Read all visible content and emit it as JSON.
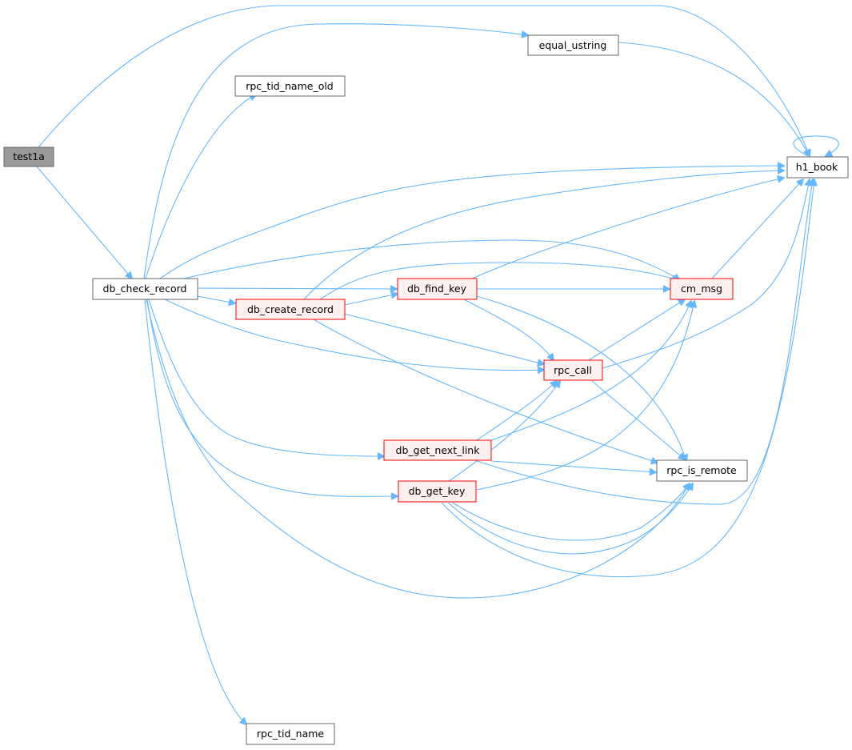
{
  "graph": {
    "nodes": {
      "test1a": {
        "label": "test1a",
        "style": "root"
      },
      "db_check_record": {
        "label": "db_check_record",
        "style": "normal"
      },
      "equal_ustring": {
        "label": "equal_ustring",
        "style": "normal"
      },
      "rpc_tid_name_old": {
        "label": "rpc_tid_name_old",
        "style": "normal"
      },
      "h1_book": {
        "label": "h1_book",
        "style": "normal"
      },
      "db_find_key": {
        "label": "db_find_key",
        "style": "highlight"
      },
      "db_create_record": {
        "label": "db_create_record",
        "style": "highlight"
      },
      "cm_msg": {
        "label": "cm_msg",
        "style": "highlight"
      },
      "rpc_call": {
        "label": "rpc_call",
        "style": "highlight"
      },
      "db_get_next_link": {
        "label": "db_get_next_link",
        "style": "highlight"
      },
      "rpc_is_remote": {
        "label": "rpc_is_remote",
        "style": "normal"
      },
      "db_get_key": {
        "label": "db_get_key",
        "style": "highlight"
      },
      "rpc_tid_name": {
        "label": "rpc_tid_name",
        "style": "normal"
      }
    },
    "edges": [
      {
        "from": "test1a",
        "to": "h1_book"
      },
      {
        "from": "test1a",
        "to": "db_check_record"
      },
      {
        "from": "db_check_record",
        "to": "equal_ustring"
      },
      {
        "from": "db_check_record",
        "to": "rpc_tid_name_old"
      },
      {
        "from": "db_check_record",
        "to": "h1_book"
      },
      {
        "from": "db_check_record",
        "to": "cm_msg"
      },
      {
        "from": "db_check_record",
        "to": "db_find_key"
      },
      {
        "from": "db_check_record",
        "to": "db_create_record"
      },
      {
        "from": "db_check_record",
        "to": "rpc_call"
      },
      {
        "from": "db_check_record",
        "to": "db_get_next_link"
      },
      {
        "from": "db_check_record",
        "to": "db_get_key"
      },
      {
        "from": "db_check_record",
        "to": "rpc_is_remote"
      },
      {
        "from": "db_check_record",
        "to": "rpc_tid_name"
      },
      {
        "from": "equal_ustring",
        "to": "h1_book"
      },
      {
        "from": "h1_book",
        "to": "h1_book"
      },
      {
        "from": "db_create_record",
        "to": "h1_book"
      },
      {
        "from": "db_create_record",
        "to": "cm_msg"
      },
      {
        "from": "db_create_record",
        "to": "db_find_key"
      },
      {
        "from": "db_create_record",
        "to": "rpc_call"
      },
      {
        "from": "db_create_record",
        "to": "rpc_is_remote"
      },
      {
        "from": "db_find_key",
        "to": "h1_book"
      },
      {
        "from": "db_find_key",
        "to": "cm_msg"
      },
      {
        "from": "db_find_key",
        "to": "rpc_call"
      },
      {
        "from": "db_find_key",
        "to": "rpc_is_remote"
      },
      {
        "from": "cm_msg",
        "to": "h1_book"
      },
      {
        "from": "rpc_call",
        "to": "cm_msg"
      },
      {
        "from": "rpc_call",
        "to": "h1_book"
      },
      {
        "from": "rpc_call",
        "to": "rpc_is_remote"
      },
      {
        "from": "db_get_next_link",
        "to": "rpc_call"
      },
      {
        "from": "db_get_next_link",
        "to": "cm_msg"
      },
      {
        "from": "db_get_next_link",
        "to": "rpc_is_remote"
      },
      {
        "from": "db_get_next_link",
        "to": "h1_book"
      },
      {
        "from": "db_get_key",
        "to": "rpc_call"
      },
      {
        "from": "db_get_key",
        "to": "cm_msg"
      },
      {
        "from": "db_get_key",
        "to": "rpc_is_remote"
      },
      {
        "from": "db_get_key",
        "to": "h1_book"
      }
    ],
    "colors": {
      "edge": "#63b8ff",
      "node_border": "#666666",
      "root_fill": "#999999",
      "highlight_fill": "#fff0f0",
      "highlight_border": "#ff0000",
      "normal_fill": "#ffffff"
    }
  }
}
